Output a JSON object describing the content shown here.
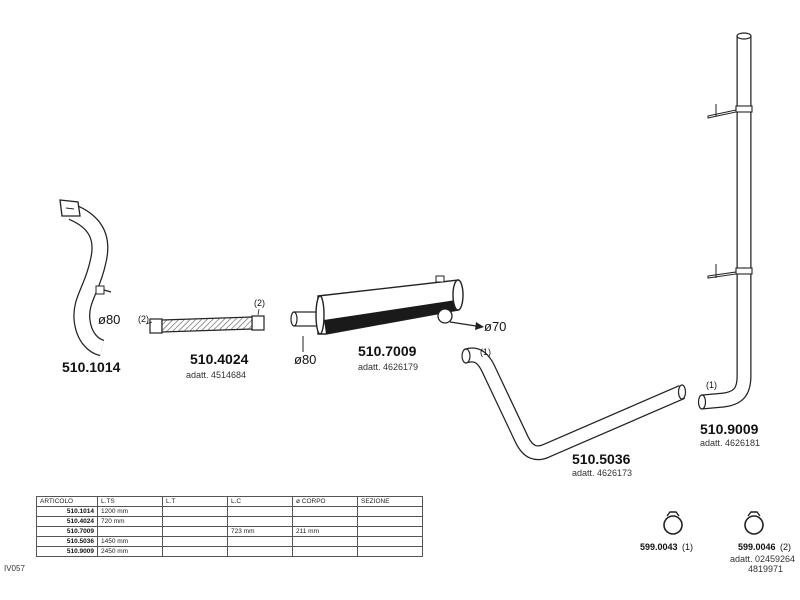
{
  "parts": [
    {
      "code": "510.1014",
      "adatt": "",
      "diameter": "ø80"
    },
    {
      "code": "510.4024",
      "adatt": "adatt. 4514684"
    },
    {
      "code": "510.7009",
      "adatt": "adatt. 4626179",
      "diameter_in": "ø80",
      "diameter_out": "ø70"
    },
    {
      "code": "510.5036",
      "adatt": "adatt. 4626173"
    },
    {
      "code": "510.9009",
      "adatt": "adatt. 4626181"
    }
  ],
  "clamps": [
    {
      "code": "599.0043",
      "note": "(1)",
      "adatt1": "",
      "adatt2": ""
    },
    {
      "code": "599.0046",
      "note": "(2)",
      "adatt1": "adatt. 02459264",
      "adatt2": "4819971"
    }
  ],
  "callouts": {
    "one": "(1)",
    "two": "(2)"
  },
  "side_code": "IV057",
  "table": {
    "headers": [
      "ARTICOLO",
      "L.TS",
      "L.T",
      "L.C",
      "ø CORPO",
      "SEZIONE"
    ],
    "rows": [
      [
        "510.1014",
        "1200 mm",
        "",
        "",
        "",
        ""
      ],
      [
        "510.4024",
        "720 mm",
        "",
        "",
        "",
        ""
      ],
      [
        "510.7009",
        "",
        "",
        "723 mm",
        "211 mm",
        ""
      ],
      [
        "510.5036",
        "1450 mm",
        "",
        "",
        "",
        ""
      ],
      [
        "510.9009",
        "2450 mm",
        "",
        "",
        "",
        ""
      ]
    ]
  }
}
